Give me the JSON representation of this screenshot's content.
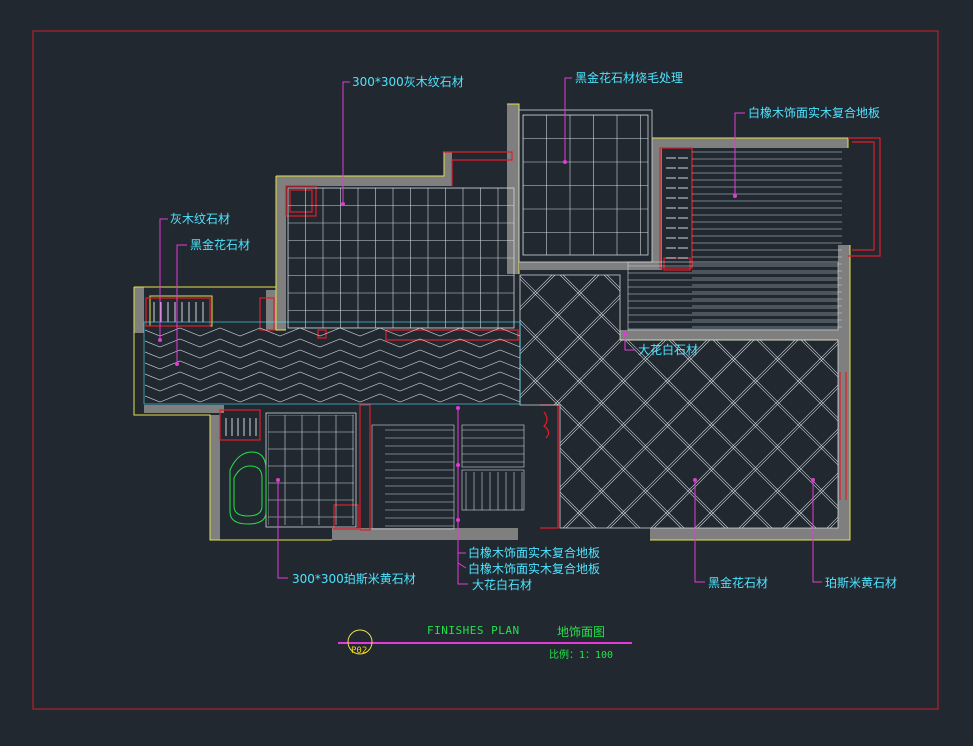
{
  "drawing": {
    "labels": {
      "grey_wood_300": "300*300灰木纹石材",
      "black_gold_flamed": "黑金花石材烧毛处理",
      "white_oak_top": "白橡木饰面实木复合地板",
      "grey_wood_stone": "灰木纹石材",
      "black_gold_left": "黑金花石材",
      "dahua_white_right": "大花白石材",
      "white_oak_1": "白橡木饰面实木复合地板",
      "white_oak_2": "白橡木饰面实木复合地板",
      "dahua_white_bottom": "大花白石材",
      "beige_300": "300*300珀斯米黄石材",
      "black_gold_bottom": "黑金花石材",
      "beige_bottom": "珀斯米黄石材"
    },
    "title_block": {
      "title_en": "FINISHES PLAN",
      "title_cn": "地饰面图",
      "scale": "比例：1：100",
      "sheet_code": "P02"
    },
    "colors": {
      "background": "#212830",
      "frame": "#d0202a",
      "wall": "#7f7f7f",
      "linework": "#cfd6dd",
      "leader": "#e23ad6",
      "label_text": "#4fe3ff",
      "title_text": "#22e34a",
      "outline_yellow": "#e5e04a",
      "accent_red": "#e01e2a"
    }
  }
}
